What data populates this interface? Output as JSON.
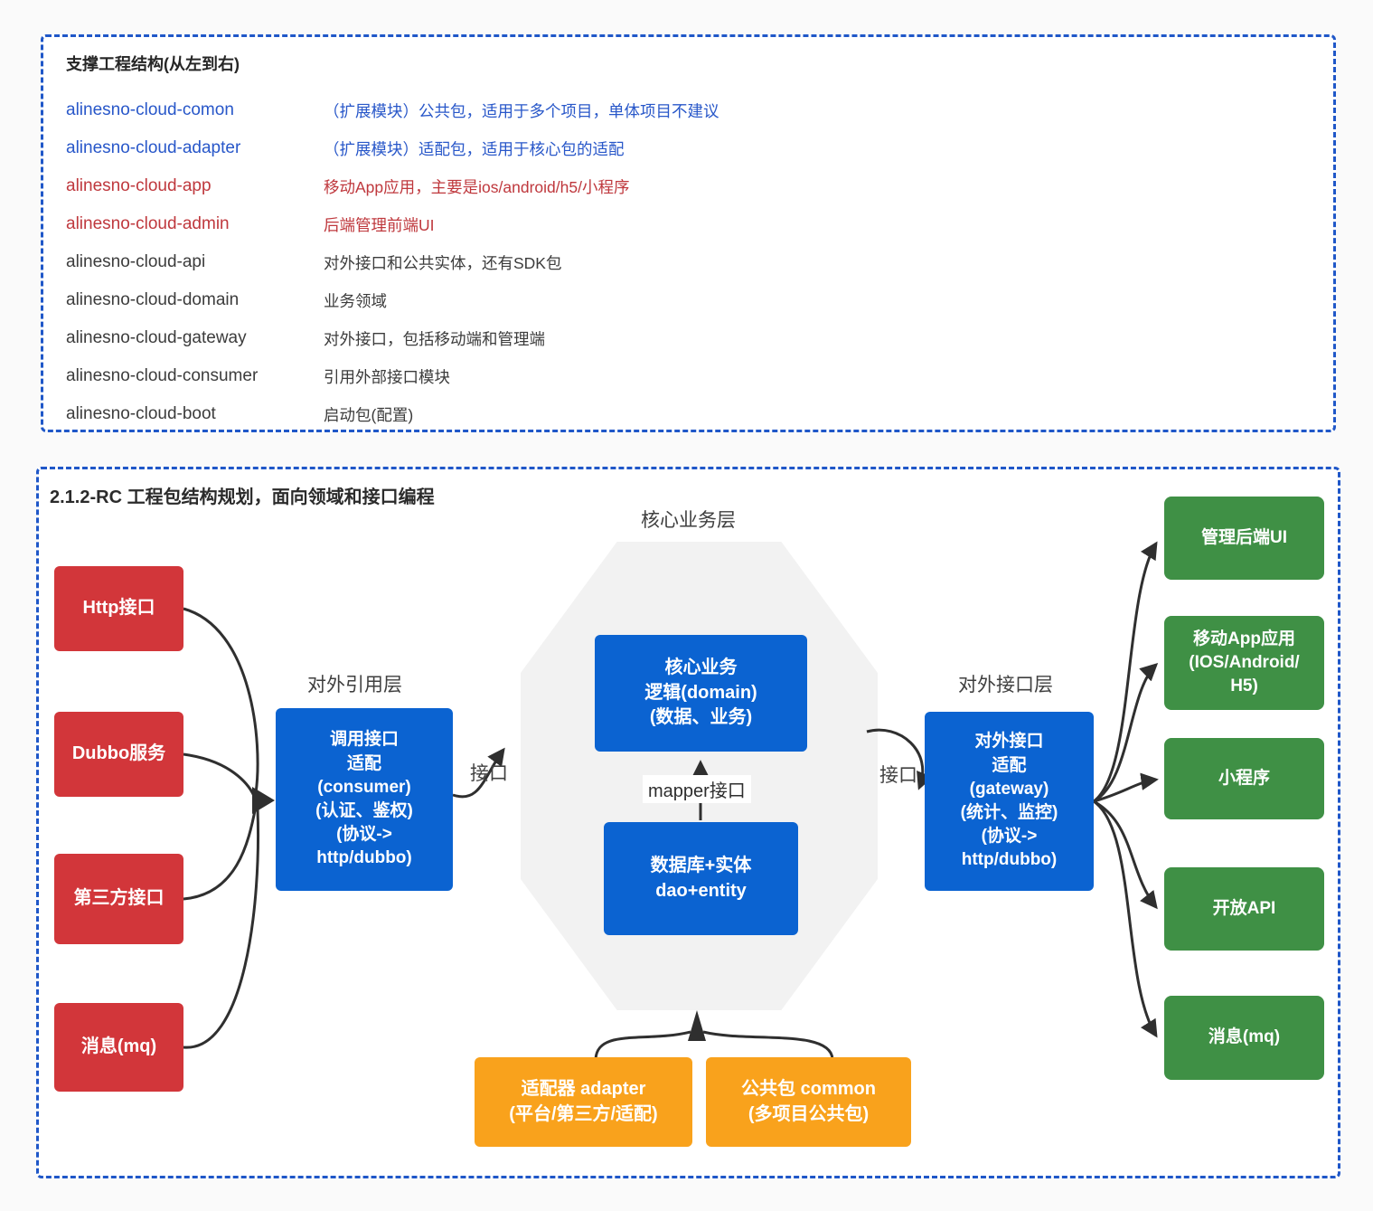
{
  "colors": {
    "page_bg": "#fafafa",
    "panel_bg": "#ffffff",
    "panel_border_blue": "#1f57c8",
    "text_blue": "#2857c9",
    "text_red": "#bf383d",
    "text_dark": "#3c3c3c",
    "box_red": "#d2363a",
    "box_blue": "#0b63d1",
    "box_green": "#3f9045",
    "box_orange": "#f9a21c",
    "octagon_gray": "#f2f2f2",
    "arrow": "#2f2f2f"
  },
  "structure_panel": {
    "title": "支撑工程结构(从左到右)",
    "items": [
      {
        "name": "alinesno-cloud-comon",
        "desc": "（扩展模块）公共包，适用于多个项目，单体项目不建议",
        "color": "#2857c9"
      },
      {
        "name": "alinesno-cloud-adapter",
        "desc": "（扩展模块）适配包，适用于核心包的适配",
        "color": "#2857c9"
      },
      {
        "name": "alinesno-cloud-app",
        "desc": "移动App应用，主要是ios/android/h5/小程序",
        "color": "#bf383d"
      },
      {
        "name": "alinesno-cloud-admin",
        "desc": "后端管理前端UI",
        "color": "#bf383d"
      },
      {
        "name": "alinesno-cloud-api",
        "desc": "对外接口和公共实体，还有SDK包",
        "color": "#3c3c3c"
      },
      {
        "name": "alinesno-cloud-domain",
        "desc": "业务领域",
        "color": "#3c3c3c"
      },
      {
        "name": "alinesno-cloud-gateway",
        "desc": "对外接口，包括移动端和管理端",
        "color": "#3c3c3c"
      },
      {
        "name": "alinesno-cloud-consumer",
        "desc": "引用外部接口模块",
        "color": "#3c3c3c"
      },
      {
        "name": "alinesno-cloud-boot",
        "desc": "启动包(配置)",
        "color": "#3c3c3c"
      }
    ]
  },
  "diagram_panel": {
    "title": "2.1.2-RC 工程包结构规划，面向领域和接口编程",
    "layers": {
      "core": "核心业务层",
      "reference": "对外引用层",
      "interface": "对外接口层"
    },
    "edge_labels": {
      "interface_left": "接口",
      "interface_right": "接口",
      "mapper": "mapper接口"
    },
    "sources": [
      {
        "label": "Http接口"
      },
      {
        "label": "Dubbo服务"
      },
      {
        "label": "第三方接口"
      },
      {
        "label": "消息(mq)"
      }
    ],
    "consumer": {
      "text": "调用接口\n适配\n(consumer)\n(认证、鉴权)\n(协议->\nhttp/dubbo)"
    },
    "domain": {
      "text": "核心业务\n逻辑(domain)\n(数据、业务)"
    },
    "dao": {
      "text": "数据库+实体\ndao+entity"
    },
    "gateway": {
      "text": "对外接口\n适配\n(gateway)\n(统计、监控)\n(协议->\nhttp/dubbo)"
    },
    "targets": [
      {
        "label": "管理后端UI"
      },
      {
        "label": "移动App应用\n(IOS/Android/\nH5)"
      },
      {
        "label": "小程序"
      },
      {
        "label": "开放API"
      },
      {
        "label": "消息(mq)"
      }
    ],
    "support": [
      {
        "label": "适配器 adapter\n(平台/第三方/适配)"
      },
      {
        "label": "公共包 common\n(多项目公共包)"
      }
    ]
  }
}
